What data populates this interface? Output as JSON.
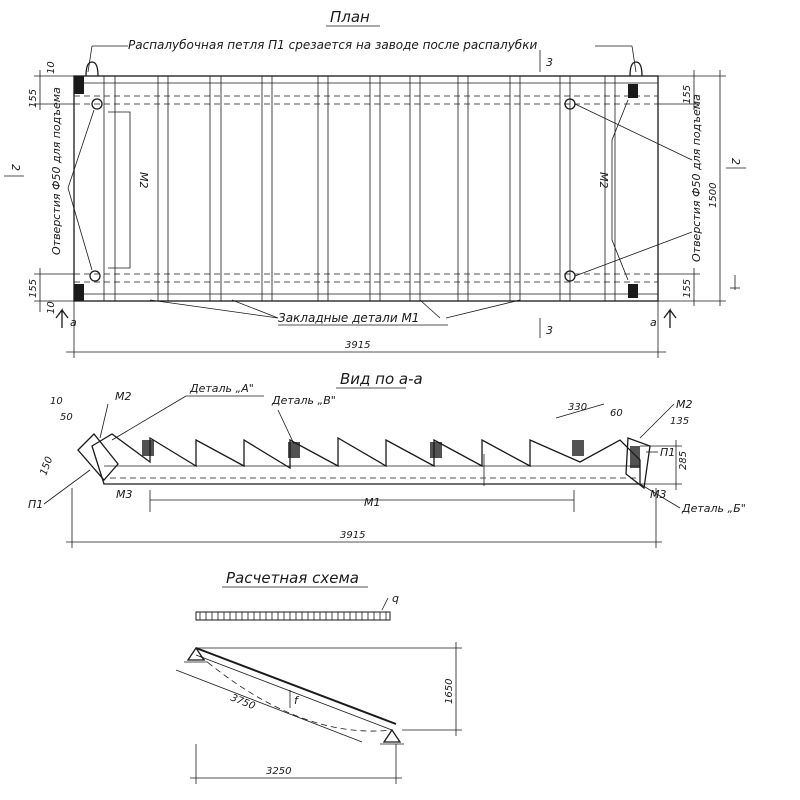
{
  "plan": {
    "title": "План",
    "note_loop": "Распалубочная петля П1 срезается на заводе после распалубки",
    "note_embedded": "Закладные детали М1",
    "note_holes_left": "Отверстия Ф50 для подъема",
    "note_holes_right": "Отверстия Ф50 для подъема",
    "mark_m2_left": "М2",
    "mark_m2_right": "М2",
    "dim_length": "3915",
    "dim_width": "1500",
    "dim_155_tl": "155",
    "dim_155_bl": "155",
    "dim_155_tr": "155",
    "dim_155_br": "155",
    "dim_10_t": "10",
    "dim_10_b": "10",
    "section_3_top": "3",
    "section_3_bottom": "3",
    "section_2_left": "2",
    "section_2_right": "2",
    "view_a_left": "а",
    "view_a_right": "а"
  },
  "view": {
    "title": "Вид по а-а",
    "detail_a": "Деталь „А\"",
    "detail_b_top": "Деталь „В\"",
    "detail_b_bottom": "Деталь „Б\"",
    "m2_left": "М2",
    "m2_right": "М2",
    "m3_left": "М3",
    "m3_right": "М3",
    "p1_left": "П1",
    "p1_right": "П1",
    "m1": "М1",
    "dim_330": "330",
    "dim_60": "60",
    "dim_135": "135",
    "dim_285": "285",
    "dim_10": "10",
    "dim_50": "50",
    "dim_150": "150",
    "dim_length": "3915"
  },
  "scheme": {
    "title": "Расчетная схема",
    "load_label": "q",
    "span_length": "3750",
    "horizontal": "3250",
    "height": "1650",
    "deflection": "f"
  }
}
